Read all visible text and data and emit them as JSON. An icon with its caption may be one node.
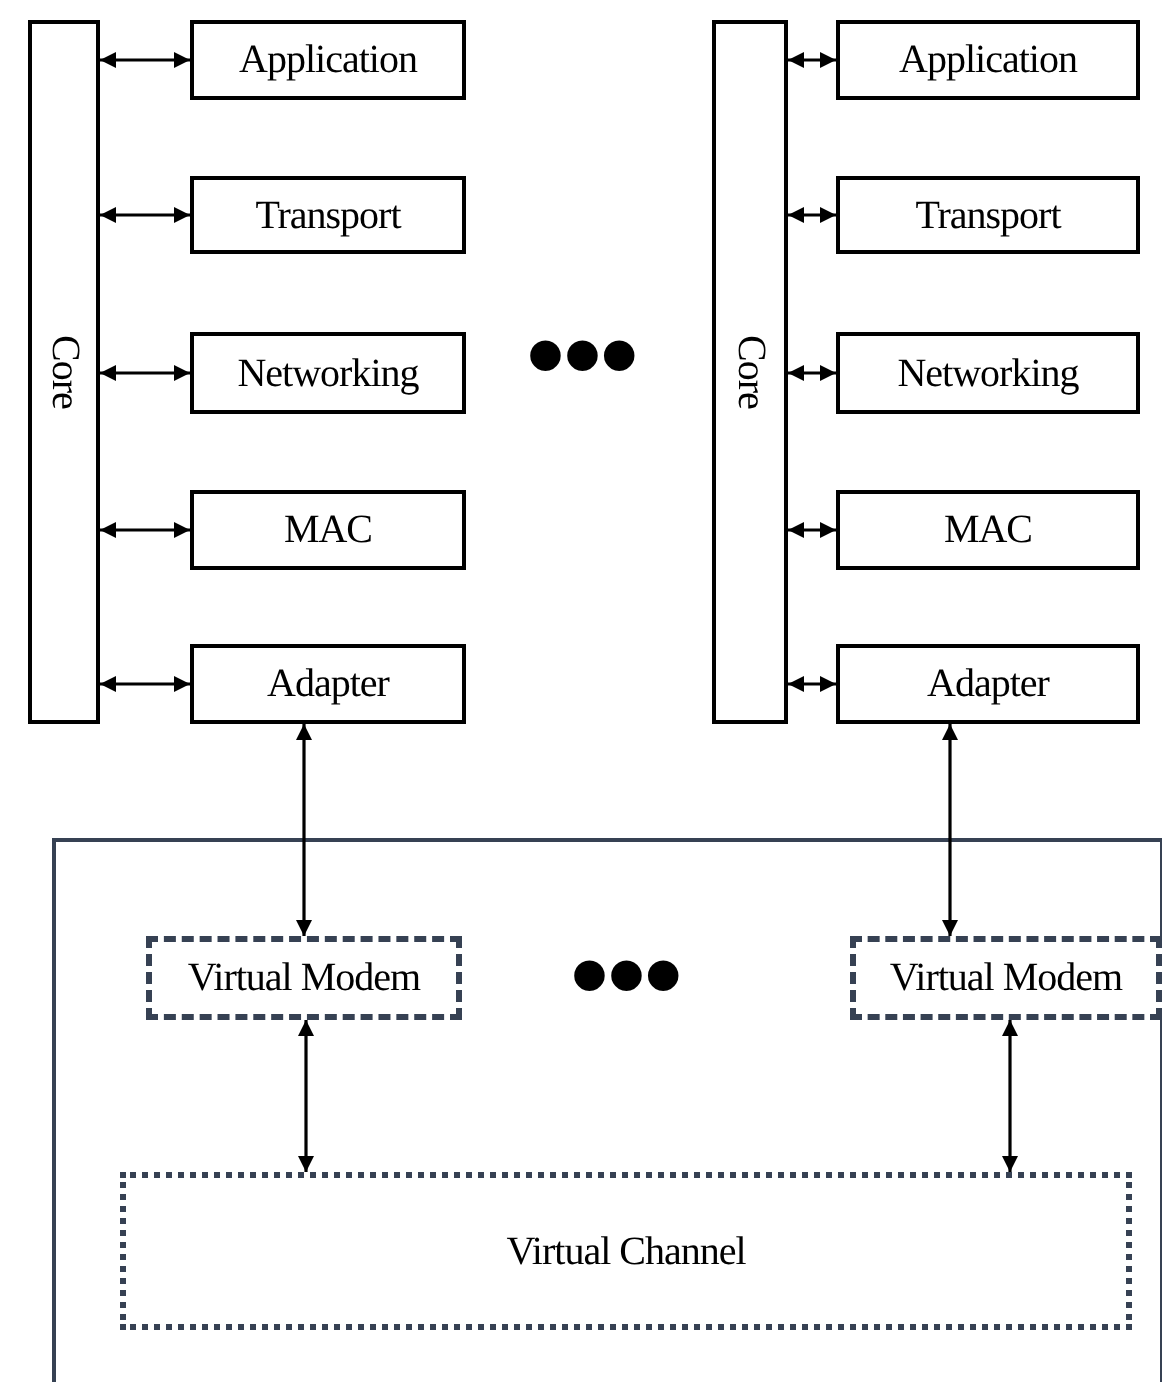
{
  "diagram": {
    "nodes": [
      {
        "text": [
          "Core"
        ]
      },
      {
        "text": [
          "Application"
        ]
      },
      {
        "text": [
          "Transport"
        ]
      },
      {
        "text": [
          "Networking"
        ]
      },
      {
        "text": [
          "MAC"
        ]
      },
      {
        "text": [
          "Adapter"
        ]
      },
      {
        "text": [
          "Core"
        ]
      },
      {
        "text": [
          "Application"
        ]
      },
      {
        "text": [
          "Transport"
        ]
      },
      {
        "text": [
          "Networking"
        ]
      },
      {
        "text": [
          "MAC"
        ]
      },
      {
        "text": [
          "Adapter"
        ]
      },
      {
        "text": [],
        "shape": "box"
      },
      {
        "text": [
          "Virtual Modem"
        ],
        "in": 12
      },
      {
        "text": [
          "Virtual Modem"
        ],
        "in": 12
      },
      {
        "text": [
          "Virtual Channel"
        ],
        "in": 12
      }
    ],
    "edges": [
      {
        "from": 0,
        "to": 1,
        "arrow": "both"
      },
      {
        "from": 0,
        "to": 2,
        "arrow": "both"
      },
      {
        "from": 0,
        "to": 3,
        "arrow": "both"
      },
      {
        "from": 0,
        "to": 4,
        "arrow": "both"
      },
      {
        "from": 0,
        "to": 5,
        "arrow": "both"
      },
      {
        "from": 6,
        "to": 7,
        "arrow": "both"
      },
      {
        "from": 6,
        "to": 8,
        "arrow": "both"
      },
      {
        "from": 6,
        "to": 9,
        "arrow": "both"
      },
      {
        "from": 6,
        "to": 10,
        "arrow": "both"
      },
      {
        "from": 6,
        "to": 11,
        "arrow": "both"
      },
      {
        "from": 5,
        "to": 13,
        "arrow": "both"
      },
      {
        "from": 11,
        "to": 14,
        "arrow": "both"
      },
      {
        "from": 13,
        "to": 15,
        "arrow": "both"
      },
      {
        "from": 14,
        "to": 15,
        "arrow": "both"
      }
    ],
    "labels": [
      "●●●",
      "●●●"
    ]
  }
}
